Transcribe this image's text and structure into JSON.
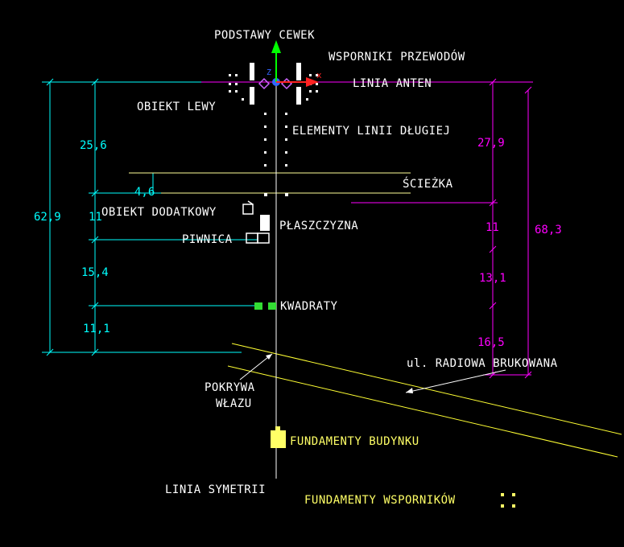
{
  "colors": {
    "background": "#000000",
    "white": "#ffffff",
    "cyan": "#00ffff",
    "magenta": "#ff00ff",
    "yellow": "#ffff00",
    "pale_yellow": "#ffff99",
    "green": "#00ff00",
    "red": "#ff0000",
    "blue": "#3366ff"
  },
  "labels": {
    "podstawy_cewek": "PODSTAWY CEWEK",
    "wsporniki_przewodow": "WSPORNIKI PRZEWODÓW",
    "linia_anten": "LINIA ANTEN",
    "obiekt_lewy": "OBIEKT LEWY",
    "elementy_linii_dlugiej": "ELEMENTY LINII DŁUGIEJ",
    "sciezka": "ŚCIEŻKA",
    "obiekt_dodatkowy": "OBIEKT DODATKOWY",
    "plaszczyzna": "PŁASZCZYZNA",
    "piwnica": "PIWNICA",
    "kwadraty": "KWADRATY",
    "ul_radiowa": "ul. RADIOWA BRUKOWANA",
    "pokrywa": "POKRYWA",
    "wlazu": "WŁAZU",
    "fundamenty_budynku": "FUNDAMENTY BUDYNKU",
    "linia_symetrii": "LINIA SYMETRII",
    "fundamenty_wspornikow": "FUNDAMENTY WSPORNIKÓW"
  },
  "dimensions_left": {
    "total": "62,9",
    "d1": "25,6",
    "d2": "4,6",
    "d3": "11",
    "d4": "15,4",
    "d5": "11,1"
  },
  "dimensions_right": {
    "total": "68,3",
    "d1": "27,9",
    "d2": "11",
    "d3": "13,1",
    "d4": "16,5"
  }
}
